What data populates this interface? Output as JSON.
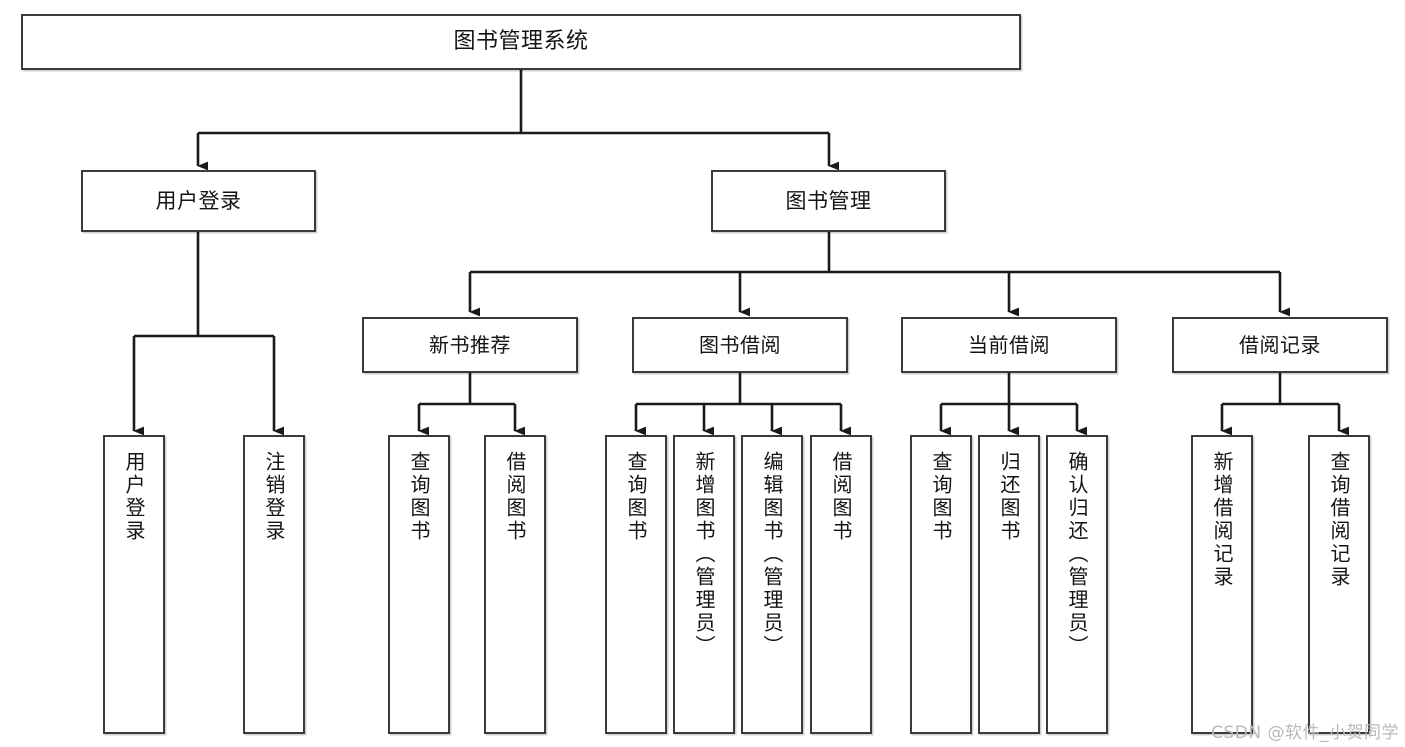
{
  "diagram": {
    "title": "图书管理系统",
    "type": "tree",
    "watermark": "CSDN @软件_小贺同学",
    "colors": {
      "box_border": "#3a3a3a",
      "box_fill": "#ffffff",
      "connector": "#1a1a1a",
      "text": "#141414",
      "watermark": "#b9b9b9"
    },
    "nodes": {
      "root": {
        "label": "图书管理系统"
      },
      "level2": [
        {
          "id": "user-login",
          "label": "用户登录"
        },
        {
          "id": "book-manage",
          "label": "图书管理"
        }
      ],
      "level3": [
        {
          "id": "new-book-recommend",
          "label": "新书推荐"
        },
        {
          "id": "book-borrow",
          "label": "图书借阅"
        },
        {
          "id": "current-borrow",
          "label": "当前借阅"
        },
        {
          "id": "borrow-record",
          "label": "借阅记录"
        }
      ],
      "leaves": {
        "user-login": [
          {
            "id": "leaf-user-login",
            "label": "用户登录"
          },
          {
            "id": "leaf-logout",
            "label": "注销登录"
          }
        ],
        "new-book-recommend": [
          {
            "id": "leaf-query-book-1",
            "label": "查询图书"
          },
          {
            "id": "leaf-borrow-book-1",
            "label": "借阅图书"
          }
        ],
        "book-borrow": [
          {
            "id": "leaf-query-book-2",
            "label": "查询图书"
          },
          {
            "id": "leaf-add-book",
            "label": "新增图书（管理员）"
          },
          {
            "id": "leaf-edit-book",
            "label": "编辑图书（管理员）"
          },
          {
            "id": "leaf-borrow-book-2",
            "label": "借阅图书"
          }
        ],
        "current-borrow": [
          {
            "id": "leaf-query-book-3",
            "label": "查询图书"
          },
          {
            "id": "leaf-return-book",
            "label": "归还图书"
          },
          {
            "id": "leaf-confirm-return",
            "label": "确认归还（管理员）"
          }
        ],
        "borrow-record": [
          {
            "id": "leaf-add-record",
            "label": "新增借阅记录"
          },
          {
            "id": "leaf-query-record",
            "label": "查询借阅记录"
          }
        ]
      }
    }
  }
}
